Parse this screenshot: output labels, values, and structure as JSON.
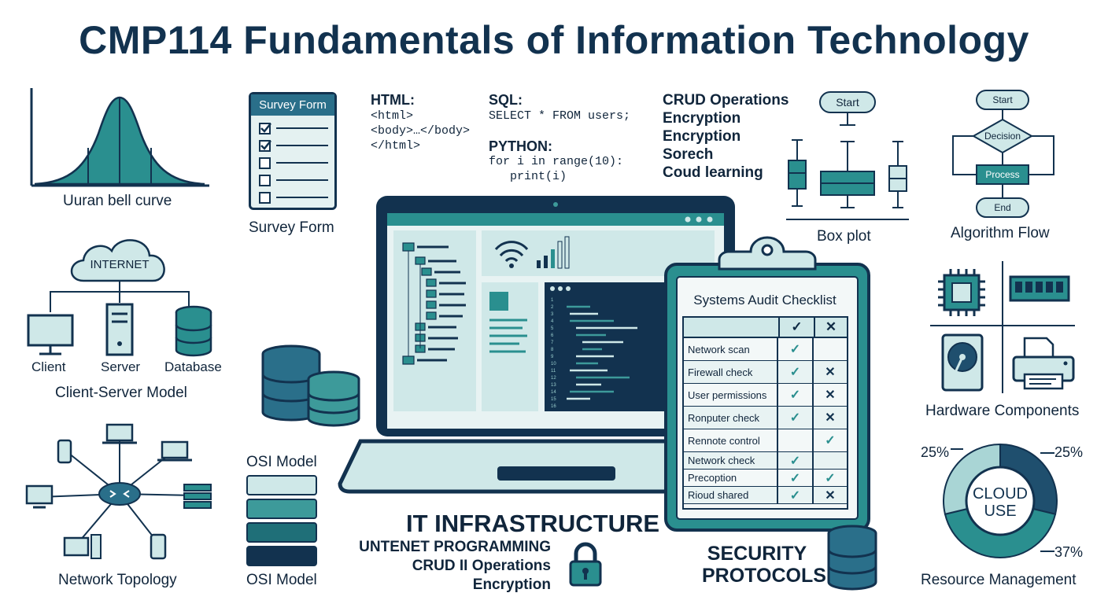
{
  "title": "CMP114 Fundamentals of Information Technology",
  "colors": {
    "navy": "#12324f",
    "teal": "#2a8f8f",
    "light_teal": "#cfe8e8",
    "dark_teal": "#1f6f78"
  },
  "bell_curve": {
    "label": "Uuran bell curve"
  },
  "survey": {
    "header": "Survey Form",
    "label": "Survey Form",
    "checks": [
      true,
      true,
      false,
      false,
      false
    ]
  },
  "code": {
    "html_heading": "HTML:",
    "html_lines": [
      "<html>",
      "<body>…</body>",
      "</html>"
    ],
    "sql_heading": "SQL:",
    "sql_lines": [
      "SELECT * FROM users;"
    ],
    "python_heading": "PYTHON:",
    "python_lines": [
      "for i in range(10):",
      "   print(i)"
    ]
  },
  "topics_list": [
    "CRUD Operations",
    "Encryption",
    "Encryption",
    "Sorech",
    "Coud learning"
  ],
  "box_plot": {
    "label": "Box plot",
    "start": "Start"
  },
  "algorithm": {
    "label": "Algorithm Flow",
    "start": "Start",
    "decision": "Decision",
    "process": "Process",
    "end": "End"
  },
  "client_server": {
    "cloud": "INTERNET",
    "client": "Client",
    "server": "Server",
    "database": "Database",
    "label": "Client-Server Model"
  },
  "network": {
    "label": "Network Topology"
  },
  "osi": {
    "top_label": "OSI Model",
    "bottom_label": "OSI Model"
  },
  "infrastructure": {
    "heading": "IT INFRASTRUCTURE",
    "lines": [
      "UNTENET PROGRAMMING",
      "CRUD II Operations",
      "Encryption"
    ]
  },
  "checklist": {
    "title": "Systems Audit Checklist",
    "header_check": "✓",
    "header_cross": "✕",
    "rows": [
      {
        "name": "Network scan",
        "check": "✓",
        "cross": ""
      },
      {
        "name": "Firewall check",
        "check": "✓",
        "cross": "✕"
      },
      {
        "name": "User permissions",
        "check": "✓",
        "cross": "✕"
      },
      {
        "name": "Ronputer check",
        "check": "✓",
        "cross": "✕"
      },
      {
        "name": "Rennote control",
        "check": "",
        "cross": "✓"
      },
      {
        "name": "Network check",
        "check": "✓",
        "cross": ""
      },
      {
        "name": "Precoption",
        "check": "✓",
        "cross": "✓"
      },
      {
        "name": "Rioud shared",
        "check": "✓",
        "cross": "✕"
      }
    ]
  },
  "security": {
    "line1": "SECURITY",
    "line2": "PROTOCOLS"
  },
  "hardware": {
    "label": "Hardware Components"
  },
  "cloud_use": {
    "center_line1": "CLOUD",
    "center_line2": "USE",
    "label": "Resource Management",
    "slices": [
      {
        "label": "25%",
        "value": 25,
        "color": "#1f4f6e"
      },
      {
        "label": "37%",
        "value": 37,
        "color": "#2a8f8f"
      },
      {
        "label": "25%",
        "value": 25,
        "color": "#a9d5d5"
      }
    ]
  },
  "laptop_code_line_numbers": [
    "1",
    "2",
    "3",
    "4",
    "5",
    "6",
    "7",
    "8",
    "9",
    "10",
    "11",
    "12",
    "13",
    "14",
    "15",
    "16"
  ]
}
